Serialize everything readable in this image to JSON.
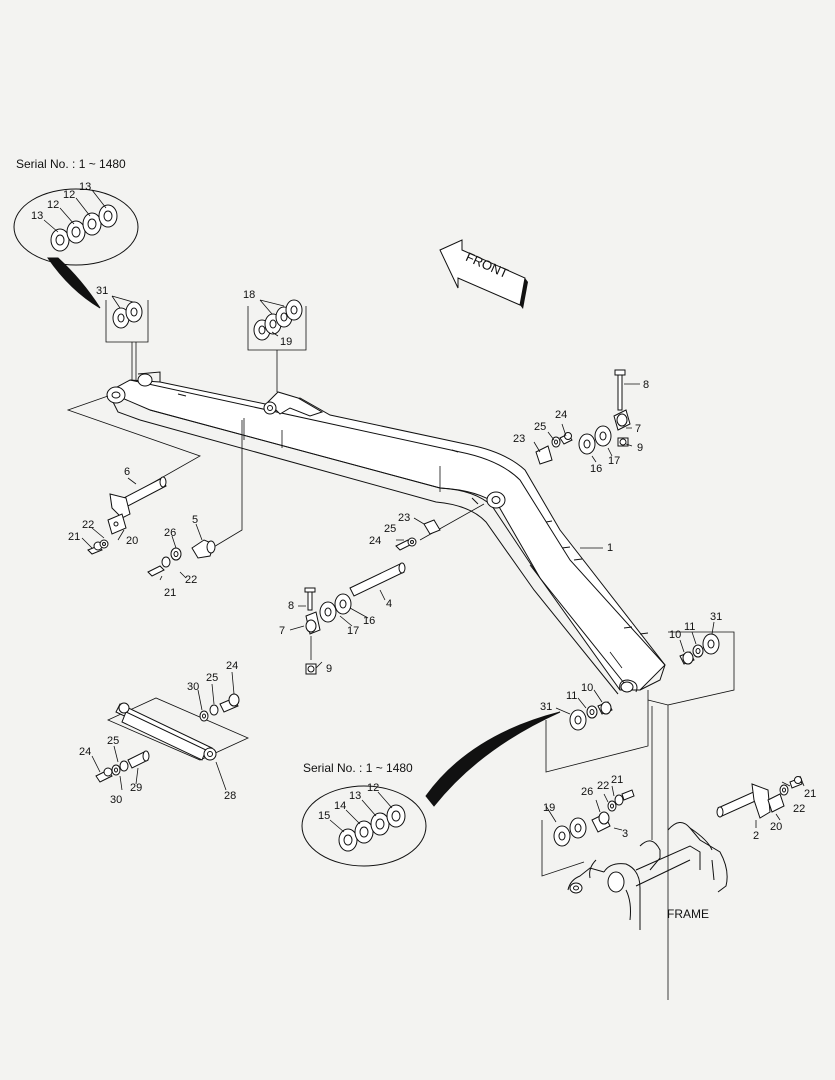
{
  "callouts": {
    "serial_top": "Serial No. : 1 ~ 1480",
    "serial_bottom": "Serial No. : 1 ~ 1480",
    "front_arrow": "FRONT",
    "frame": "FRAME"
  },
  "part_numbers": {
    "p1": "1",
    "p2": "2",
    "p3": "3",
    "p4": "4",
    "p5": "5",
    "p6": "6",
    "p7": "7",
    "p8": "8",
    "p9": "9",
    "p10": "10",
    "p11": "11",
    "p12": "12",
    "p13": "13",
    "p14": "14",
    "p15": "15",
    "p16": "16",
    "p17": "17",
    "p18": "18",
    "p19": "19",
    "p20": "20",
    "p21": "21",
    "p22": "22",
    "p23": "23",
    "p24": "24",
    "p25": "25",
    "p26": "26",
    "p28": "28",
    "p29": "29",
    "p30": "30",
    "p31": "31"
  }
}
